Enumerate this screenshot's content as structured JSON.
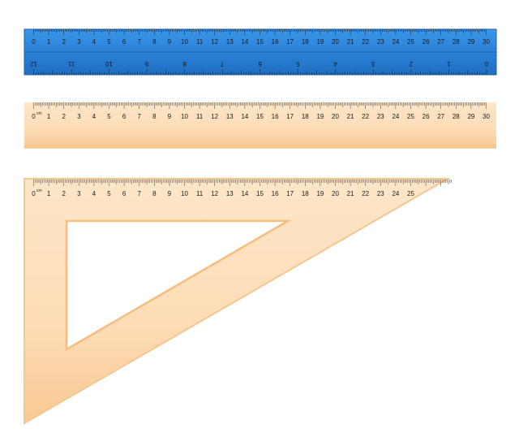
{
  "scene": {
    "description_items": [
      "blue-ruler",
      "orange-ruler",
      "set-square"
    ]
  },
  "colors": {
    "blue_ruler": "#2e86de",
    "blue_ruler_dark": "#1a5fb4",
    "orange_ruler": "#fde0bd",
    "orange_edge": "#f7c58f",
    "ink": "#1a1a1a"
  },
  "blue_ruler": {
    "top_scale": [
      "0",
      "1",
      "2",
      "3",
      "4",
      "5",
      "6",
      "7",
      "8",
      "9",
      "10",
      "11",
      "12",
      "13",
      "14",
      "15",
      "16",
      "17",
      "18",
      "19",
      "20",
      "21",
      "22",
      "23",
      "24",
      "25",
      "26",
      "27",
      "28",
      "29",
      "30"
    ],
    "bottom_scale": [
      "12",
      "11",
      "10",
      "9",
      "8",
      "7",
      "6",
      "5",
      "4",
      "3",
      "2",
      "1",
      "0"
    ]
  },
  "orange_ruler": {
    "unit": "cm",
    "scale": [
      "0",
      "1",
      "2",
      "3",
      "4",
      "5",
      "6",
      "7",
      "8",
      "9",
      "10",
      "11",
      "12",
      "13",
      "14",
      "15",
      "16",
      "17",
      "18",
      "19",
      "20",
      "21",
      "22",
      "23",
      "24",
      "25",
      "26",
      "27",
      "28",
      "29",
      "30"
    ]
  },
  "set_square": {
    "unit": "cm",
    "scale": [
      "0",
      "1",
      "2",
      "3",
      "4",
      "5",
      "6",
      "7",
      "8",
      "9",
      "10",
      "11",
      "12",
      "13",
      "14",
      "15",
      "16",
      "17",
      "18",
      "19",
      "20",
      "21",
      "22",
      "23",
      "24",
      "25"
    ]
  }
}
